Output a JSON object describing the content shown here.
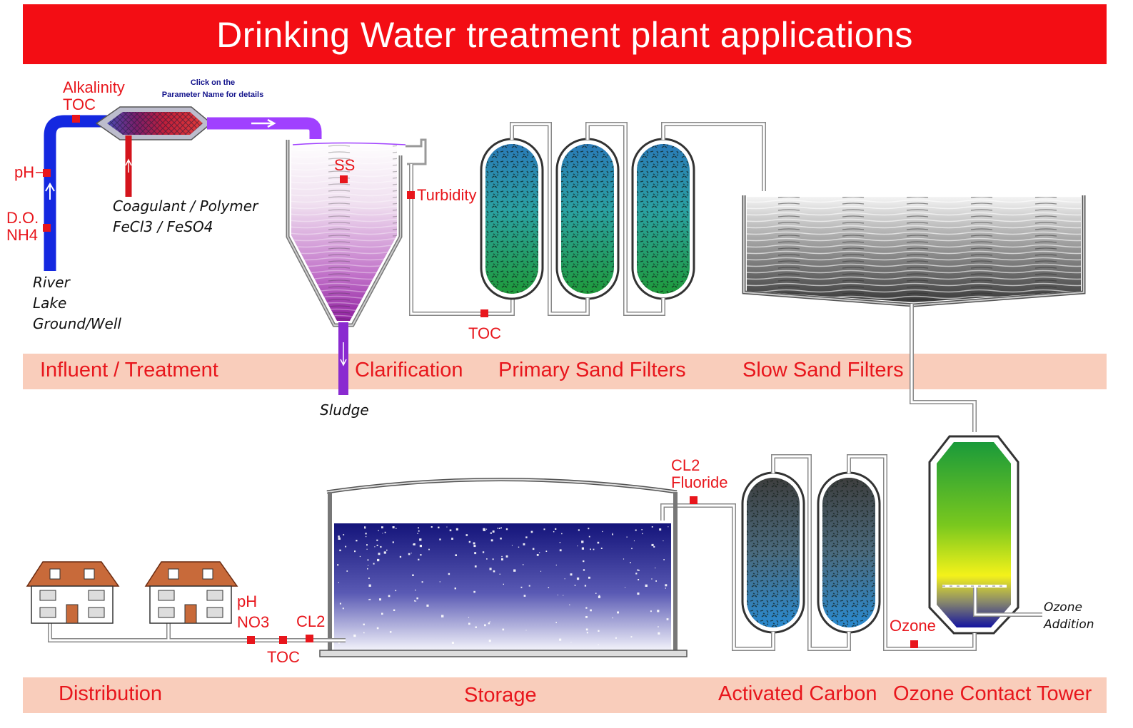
{
  "title": "Drinking Water treatment plant applications",
  "hint": {
    "line1": "Click on the",
    "line2": "Parameter Name for details"
  },
  "sections": {
    "influent": "Influent / Treatment",
    "clarification": "Clarification",
    "primary_sand": "Primary Sand Filters",
    "slow_sand": "Slow Sand Filters",
    "distribution": "Distribution",
    "storage": "Storage",
    "activated_carbon": "Activated Carbon",
    "ozone_tower": "Ozone Contact Tower"
  },
  "params": {
    "alkalinity": "Alkalinity",
    "toc_influent": "TOC",
    "ph_influent": "pH",
    "do": "D.O.",
    "nh4": "NH4",
    "ss": "SS",
    "turbidity": "Turbidity",
    "toc_filters": "TOC",
    "cl2_carbon": "CL2",
    "fluoride": "Fluoride",
    "ozone": "Ozone",
    "ph_dist": "pH",
    "no3": "NO3",
    "toc_dist": "TOC",
    "cl2_dist": "CL2"
  },
  "labels": {
    "coagulant": "Coagulant / Polymer",
    "coagulant_chem": "FeCl3 / FeSO4",
    "source_river": "River",
    "source_lake": "Lake",
    "source_ground": "Ground/Well",
    "sludge": "Sludge",
    "ozone_addition_1": "Ozone",
    "ozone_addition_2": "Addition"
  },
  "colors": {
    "title_bg": "#f30d14",
    "band_bg": "#f9cdbb",
    "label_red": "#e8161c",
    "marker_red": "#e8161c",
    "influent_pipe": "#1428e0",
    "coag_pipe": "#d4141c",
    "clarified_pipe": "#a040ff"
  }
}
